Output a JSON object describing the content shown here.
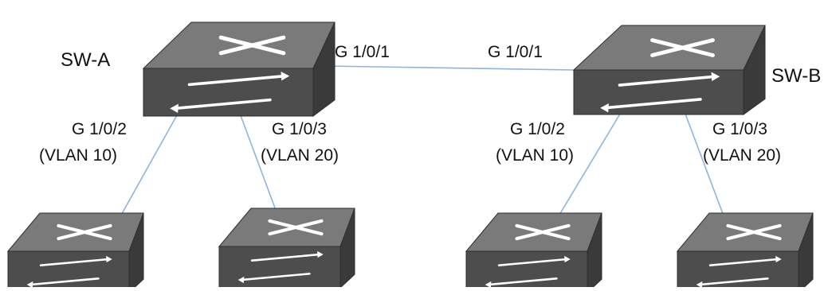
{
  "switches": {
    "core_a": {
      "name": "SW-A",
      "icon": "layer3-switch-icon"
    },
    "core_b": {
      "name": "SW-B",
      "icon": "layer3-switch-icon"
    },
    "access": [
      {
        "icon": "switch-icon"
      },
      {
        "icon": "switch-icon"
      },
      {
        "icon": "switch-icon"
      },
      {
        "icon": "switch-icon"
      }
    ]
  },
  "links": {
    "trunk": {
      "a_port": "G 1/0/1",
      "b_port": "G 1/0/1"
    },
    "a_left": {
      "port": "G 1/0/2",
      "vlan": "(VLAN 10)"
    },
    "a_right": {
      "port": "G 1/0/3",
      "vlan": "(VLAN 20)"
    },
    "b_left": {
      "port": "G 1/0/2",
      "vlan": "(VLAN 10)"
    },
    "b_right": {
      "port": "G 1/0/3",
      "vlan": "(VLAN 20)"
    }
  },
  "colors": {
    "link": "#8fb4dc",
    "switch_top": "#7a7a7a",
    "switch_front": "#4d4d4d",
    "switch_side": "#3a3a3a",
    "arrow": "#ffffff"
  }
}
